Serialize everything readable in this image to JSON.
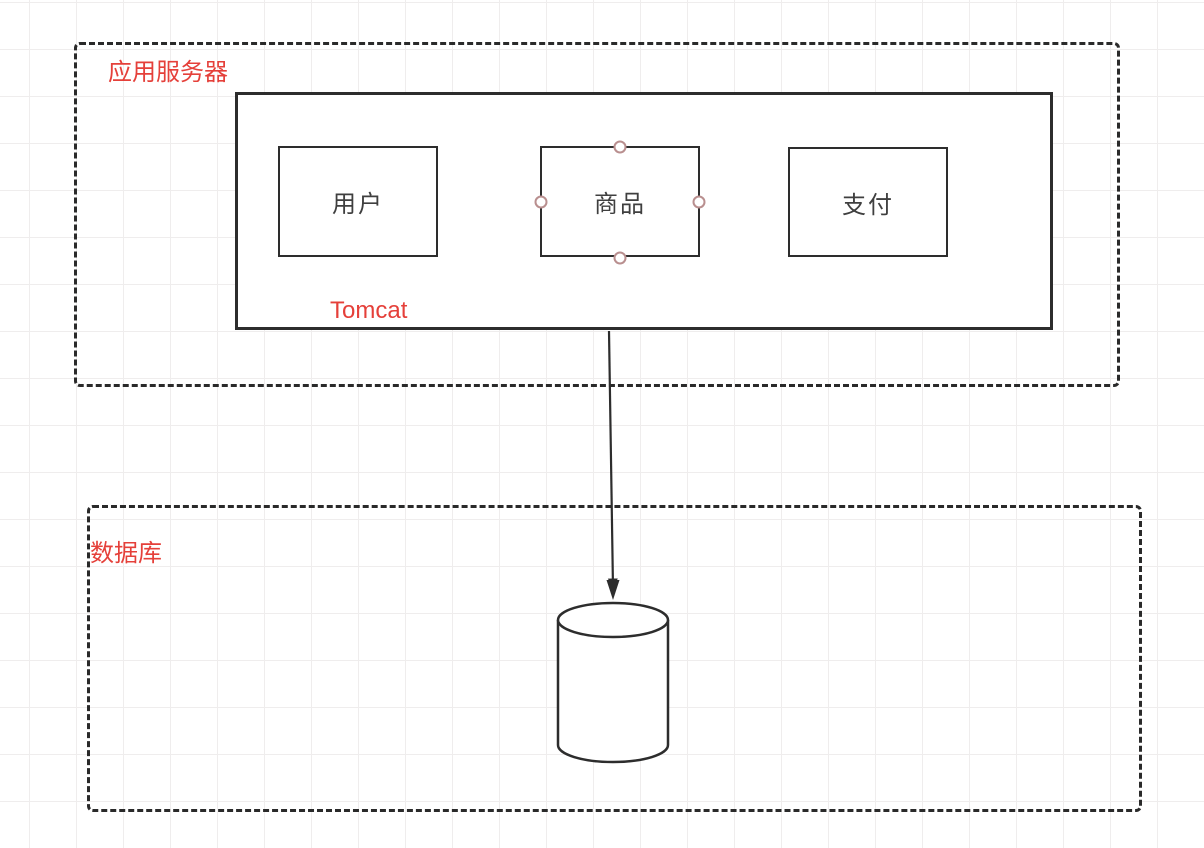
{
  "diagram": {
    "app_server_group": {
      "label": "应用服务器"
    },
    "tomcat_container": {
      "label": "Tomcat"
    },
    "modules": [
      {
        "label": "用户",
        "selected": false
      },
      {
        "label": "商品",
        "selected": true
      },
      {
        "label": "支付",
        "selected": false
      }
    ],
    "database_group": {
      "label": "数据库"
    },
    "icons": {
      "database": "database-cylinder-icon",
      "connector": "arrow-down-connector",
      "anchor_points": "connection-anchor-points"
    }
  },
  "colors": {
    "label_red": "#e5403a",
    "shape_stroke": "#2d2d2d",
    "module_text": "#3f3f3f",
    "anchor_stroke": "#b98f8f",
    "grid_line": "#efeded",
    "canvas_bg": "#ffffff"
  }
}
